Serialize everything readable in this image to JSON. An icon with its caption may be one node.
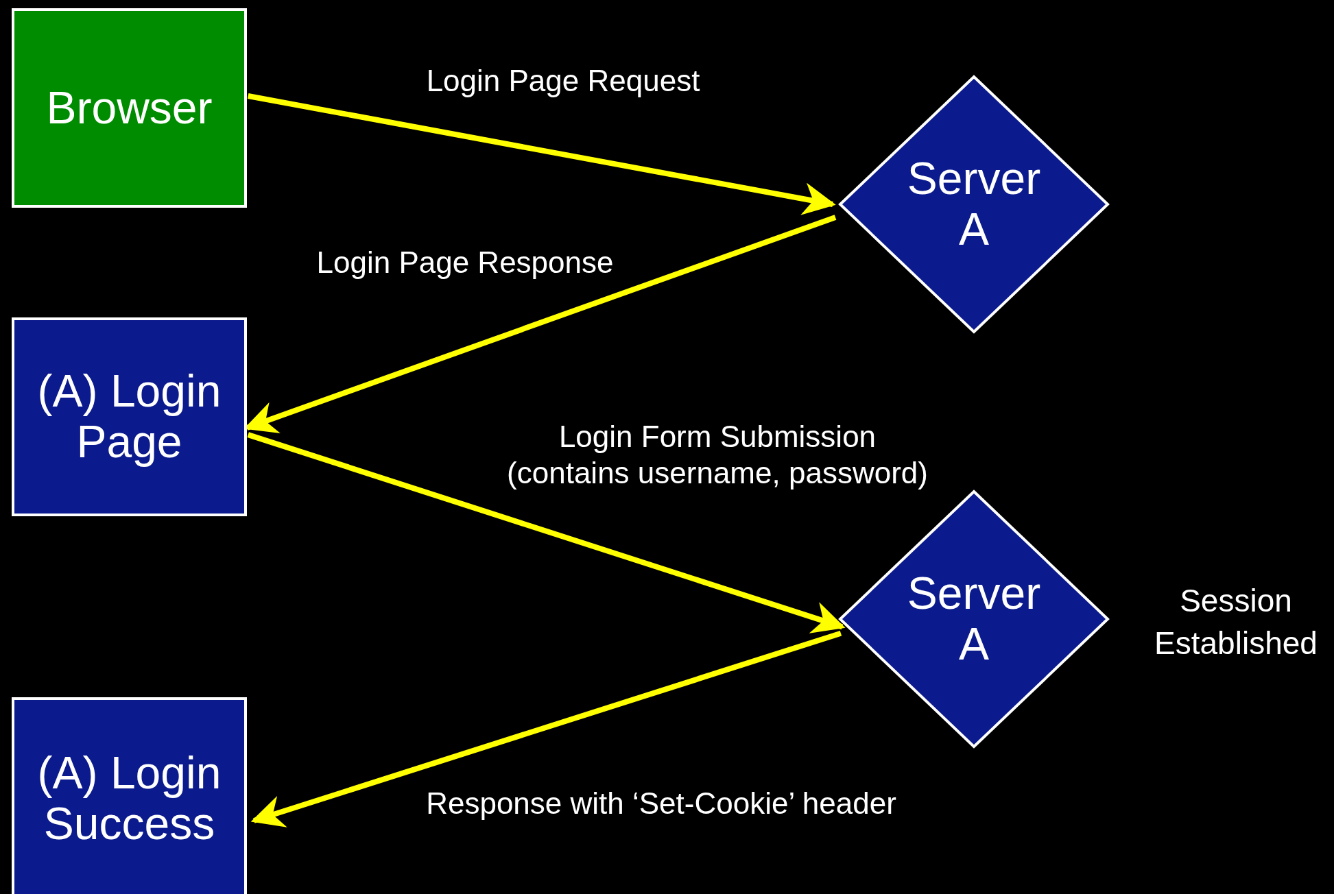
{
  "diagram": {
    "nodes": [
      {
        "text": [
          "Browser"
        ]
      },
      {
        "text": [
          "Server A"
        ]
      },
      {
        "text": [
          "(A) Login Page"
        ]
      },
      {
        "text": [
          "Server A"
        ],
        "beside": [
          "Session Established"
        ]
      },
      {
        "text": [
          "(A) Login Success"
        ]
      }
    ],
    "edges": [
      {
        "from": 0,
        "to": 1,
        "arrow": "to",
        "label": "Login Page Request"
      },
      {
        "from": 1,
        "to": 2,
        "arrow": "to",
        "label": "Login Page Response"
      },
      {
        "from": 2,
        "to": 3,
        "arrow": "to",
        "label": "Login Form Submission (contains username, password)"
      },
      {
        "from": 3,
        "to": 4,
        "arrow": "to",
        "label": "Response with ‘Set-Cookie’ header"
      }
    ]
  }
}
